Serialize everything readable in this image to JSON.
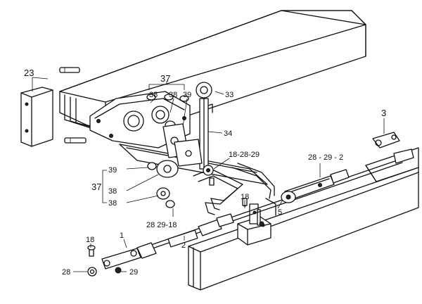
{
  "labels": {
    "l23": "23",
    "l37top": "37",
    "l38a": "38",
    "l38b": "38",
    "l39a": "39",
    "l33": "33",
    "l34": "34",
    "l3": "3",
    "l182829": "18-28-29",
    "l28292": "28 - 29 - 2",
    "l39b": "39",
    "l37left": "37",
    "l38c": "38",
    "l38d": "38",
    "l5": "5",
    "l18a": "18",
    "l282918": "28 29-18",
    "l2": "2",
    "l1": "1",
    "l18b": "18",
    "l28": "28",
    "l29": "29"
  }
}
